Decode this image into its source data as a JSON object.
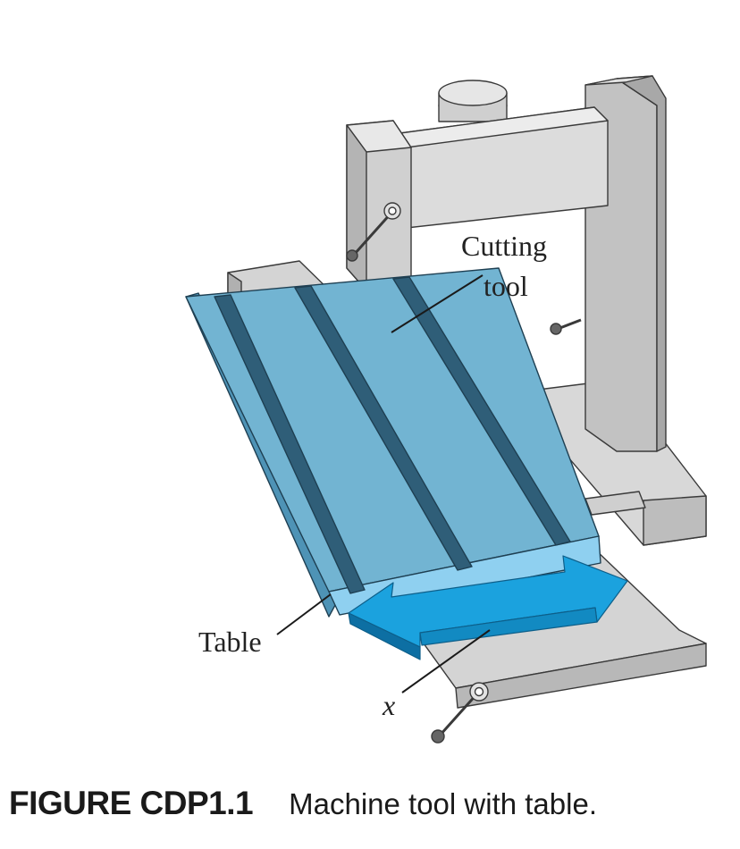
{
  "figure": {
    "labels": {
      "cutting_tool_line1": "Cutting",
      "cutting_tool_line2": "tool",
      "table": "Table",
      "x": "x"
    }
  },
  "caption": {
    "number": "FIGURE CDP1.1",
    "text": "Machine tool with table."
  },
  "colors": {
    "table_top": "#72b4d2",
    "table_side": "#4e93b6",
    "table_front": "#8fd0f0",
    "arrow": "#1ba2de",
    "arrow_dark": "#0d6fa3",
    "machine_light": "#dcdcdc",
    "machine_mid": "#c4c4c4",
    "machine_dark": "#9e9e9e"
  }
}
